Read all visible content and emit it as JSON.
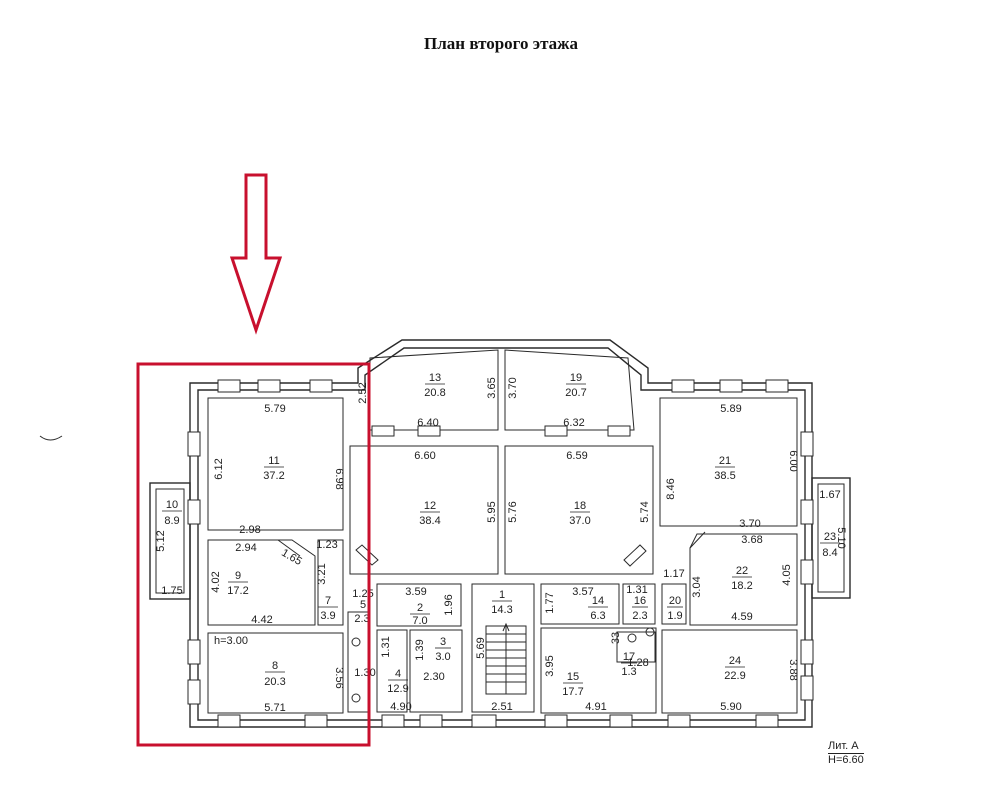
{
  "title": "План второго этажа",
  "lit": {
    "line1": "Лит. А",
    "line2": "Н=6.60"
  },
  "rooms": [
    {
      "id": "11",
      "area": "37.2"
    },
    {
      "id": "10",
      "area": "8.9"
    },
    {
      "id": "9",
      "area": "17.2"
    },
    {
      "id": "7",
      "area": "3.9"
    },
    {
      "id": "8",
      "area": "20.3"
    },
    {
      "id": "13",
      "area": "20.8"
    },
    {
      "id": "19",
      "area": "20.7"
    },
    {
      "id": "12",
      "area": "38.4"
    },
    {
      "id": "18",
      "area": "37.0"
    },
    {
      "id": "21",
      "area": "38.5"
    },
    {
      "id": "22",
      "area": "18.2"
    },
    {
      "id": "23",
      "area": "8.4"
    },
    {
      "id": "2",
      "area": "7.0"
    },
    {
      "id": "3",
      "area": "3.0"
    },
    {
      "id": "4",
      "area": "12.9"
    },
    {
      "id": "1",
      "area": "14.3"
    },
    {
      "id": "14",
      "area": "6.3"
    },
    {
      "id": "16",
      "area": "2.3"
    },
    {
      "id": "20",
      "area": "1.9"
    },
    {
      "id": "15",
      "area": "17.7"
    },
    {
      "id": "17",
      "area": "1.3"
    },
    {
      "id": "24",
      "area": "22.9"
    }
  ],
  "dims": [
    "5.79",
    "6.12",
    "6.98",
    "5.12",
    "1.75",
    "2.98",
    "2.94",
    "1.65",
    "1.23",
    "3.21",
    "4.02",
    "4.42",
    "h=3.00",
    "3.56",
    "5.71",
    "2.52",
    "3.65",
    "3.70",
    "6.40",
    "6.32",
    "6.60",
    "6.59",
    "5.95",
    "5.76",
    "5.74",
    "8.46",
    "5.89",
    "6.00",
    "1.67",
    "5.10",
    "3.70",
    "3.68",
    "3.04",
    "4.05",
    "4.59",
    "1.17",
    "3.88",
    "5.90",
    "3.59",
    "1.96",
    "1.25",
    "5",
    "2.3",
    "1.31",
    "1.39",
    "1.30",
    "2.30",
    "4.90",
    "5.69",
    "2.51",
    "3.57",
    "1.77",
    "1.31",
    "3.95",
    "4.91",
    "33",
    "1.28"
  ]
}
